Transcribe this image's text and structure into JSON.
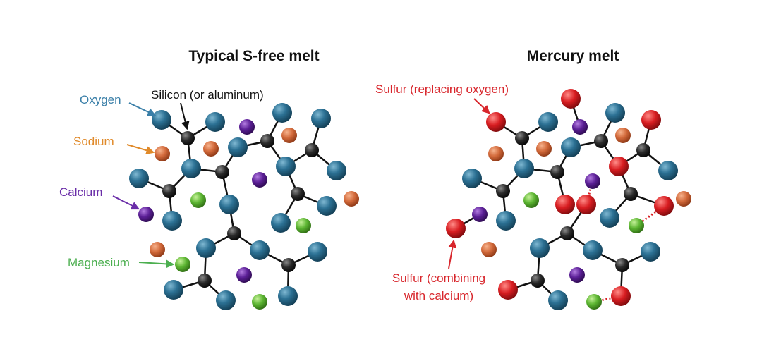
{
  "titles": {
    "left": "Typical S-free melt",
    "right": "Mercury melt"
  },
  "labels": {
    "oxygen": "Oxygen",
    "silicon": "Silicon (or aluminum)",
    "sodium": "Sodium",
    "calcium": "Calcium",
    "magnesium": "Magnesium",
    "sulfur_replacing": "Sulfur (replacing oxygen)",
    "sulfur_combining_line1": "Sulfur (combining",
    "sulfur_combining_line2": "with calcium)"
  },
  "colors": {
    "oxygen": "#2a6f8f",
    "silicon": "#262626",
    "sodium": "#d2693a",
    "calcium": "#5b1f96",
    "magnesium": "#5cb532",
    "sulfur": "#d81d21",
    "label_oxygen": "#3a7fa8",
    "label_sodium": "#e08a2a",
    "label_calcium": "#6a2da8",
    "label_magnesium": "#4caf50",
    "label_sulfur": "#d8262c",
    "bond": "#111111"
  }
}
